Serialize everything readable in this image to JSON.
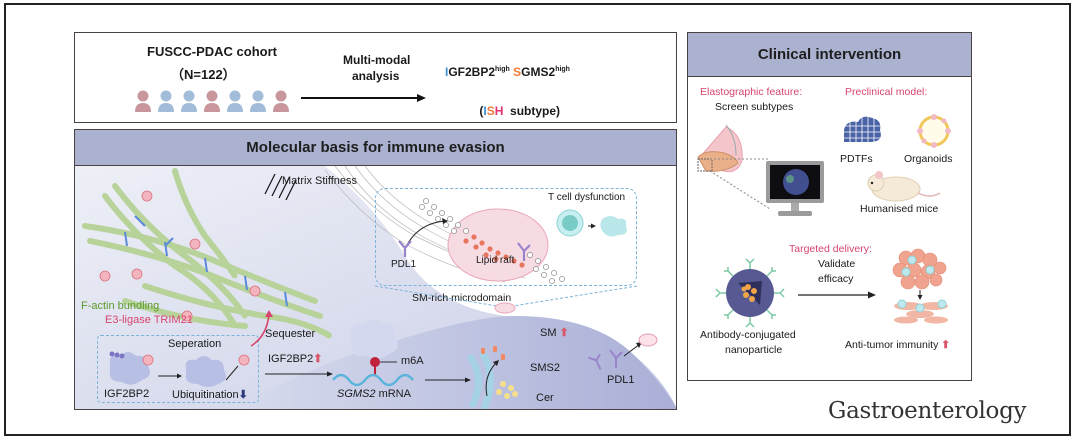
{
  "journal": "Gastroenterology",
  "colors": {
    "header_bg": "#aab2d0",
    "accent_pink": "#d7456e",
    "igf2bp2_blue": "#3a8fd6",
    "sgms2_orange": "#f07c3c",
    "ish_h_magenta": "#e6336e",
    "actin_green": "#5a9a2a",
    "up_arrow_red": "#d9576a",
    "down_arrow_navy": "#2c3a7a"
  },
  "cohort_panel": {
    "cohort_title": "FUSCC-PDAC cohort",
    "cohort_n": "（N=122）",
    "patient_icons": [
      "pink",
      "blue",
      "blue",
      "pink",
      "blue",
      "blue",
      "pink"
    ],
    "arrow_label_line1": "Multi-modal",
    "arrow_label_line2": "analysis",
    "subtype_gene1_initial": "I",
    "subtype_gene1_rest": "GF2BP2",
    "subtype_gene1_sup": "high",
    "subtype_gene2_initial": "S",
    "subtype_gene2_rest": "GMS2",
    "subtype_gene2_sup": "high",
    "subtype_open": "(",
    "subtype_I": "I",
    "subtype_S": "S",
    "subtype_H": "H",
    "subtype_rest": "  subtype)"
  },
  "molecular_panel": {
    "title": "Molecular basis for immune evasion",
    "matrix_stiffness": "Matrix Stiffness",
    "factin_bundling": "F-actin bundling",
    "e3_ligase": "E3-ligase TRIM21",
    "sequester": "Sequester",
    "seperation": "Seperation",
    "igf2bp2": "IGF2BP2",
    "ubiquitination": "Ubiquitination",
    "igf2bp2_up": "IGF2BP2",
    "m6a": "m6A",
    "sgms2_mrna_italic": "SGMS2",
    "sgms2_mrna_rest": " mRNA",
    "sm_up": "SM",
    "sms2": "SMS2",
    "cer": "Cer",
    "pdl1_membrane": "PDL1",
    "inset": {
      "pdl1": "PDL1",
      "lipid_raft": "Lipid raft",
      "t_cell_dysfunction": "T cell dysfunction",
      "microdomain": "SM-rich microdomain"
    }
  },
  "clinical_panel": {
    "title": "Clinical intervention",
    "elastographic_label": "Elastographic feature:",
    "screen_subtypes": "Screen subtypes",
    "preclinical_label": "Preclinical model:",
    "pdtfs": "PDTFs",
    "organoids": "Organoids",
    "humanised_mice": "Humanised mice",
    "targeted_delivery": "Targeted delivery:",
    "validate_line1": "Validate",
    "validate_line2": "efficacy",
    "nanoparticle_line1": "Antibody-conjugated",
    "nanoparticle_line2": "nanoparticle",
    "anti_tumor": "Anti-tumor immunity"
  }
}
